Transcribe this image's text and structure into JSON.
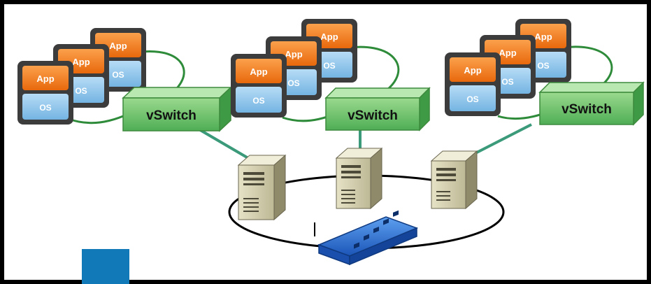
{
  "labels": {
    "app": "App",
    "os": "OS",
    "vswitch": "vSwitch"
  },
  "groups": [
    {
      "vms": [
        {
          "app": "App",
          "os": "OS"
        },
        {
          "app": "App",
          "os": "OS"
        },
        {
          "app": "App",
          "os": "OS"
        }
      ],
      "vswitch": "vSwitch"
    },
    {
      "vms": [
        {
          "app": "App",
          "os": "OS"
        },
        {
          "app": "App",
          "os": "OS"
        },
        {
          "app": "App",
          "os": "OS"
        }
      ],
      "vswitch": "vSwitch"
    },
    {
      "vms": [
        {
          "app": "App",
          "os": "OS"
        },
        {
          "app": "App",
          "os": "OS"
        },
        {
          "app": "App",
          "os": "OS"
        }
      ],
      "vswitch": "vSwitch"
    }
  ],
  "servers": [
    "server",
    "server",
    "server"
  ],
  "network_device": "physical-switch",
  "colors": {
    "frame": "#000000",
    "app": "#f07a1c",
    "os": "#8ec8ee",
    "vm_frame": "#3c3c3c",
    "vswitch_face": "#5fbf5f",
    "vswitch_top": "#b9e8b0",
    "uplink": "#3a9a7a",
    "server_body": "#d8d3b4",
    "hardware_switch": "#2a6fd8",
    "blue_square": "#1179b8"
  }
}
